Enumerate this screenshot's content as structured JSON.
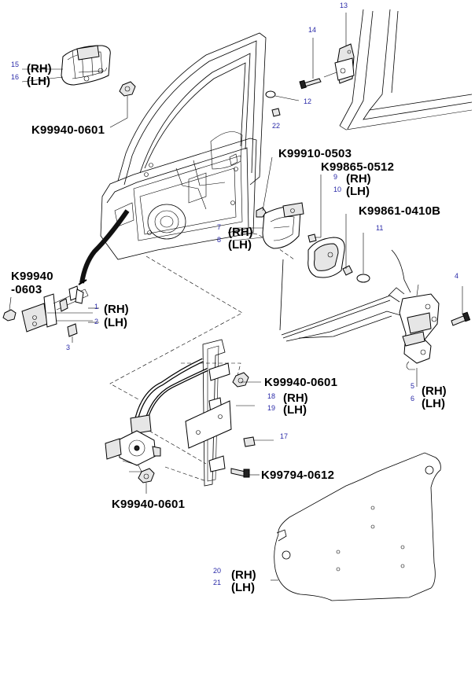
{
  "callouts": {
    "n1": "1",
    "n2": "2",
    "n3": "3",
    "n4": "4",
    "n5": "5",
    "n6": "6",
    "n7": "7",
    "n8": "8",
    "n9": "9",
    "n10": "10",
    "n11": "11",
    "n12": "12",
    "n13": "13",
    "n14": "14",
    "n15": "15",
    "n16": "16",
    "n17": "17",
    "n18": "18",
    "n19": "19",
    "n20": "20",
    "n21": "21",
    "n22": "22"
  },
  "sides": {
    "rh": "(RH)",
    "lh": "(LH)"
  },
  "part_numbers": {
    "nut_handle": "K99940-0601",
    "screw_handle": "K99910-0503",
    "screw_inner_handle": "K99865-0512",
    "screw_bezel": "K99861-0410B",
    "nut_checker_line1": "K99940",
    "nut_checker_line2": "-0603",
    "nut_regulator_upper": "K99940-0601",
    "bolt_regulator": "K99794-0612",
    "nut_regulator_lower": "K99940-0601"
  }
}
